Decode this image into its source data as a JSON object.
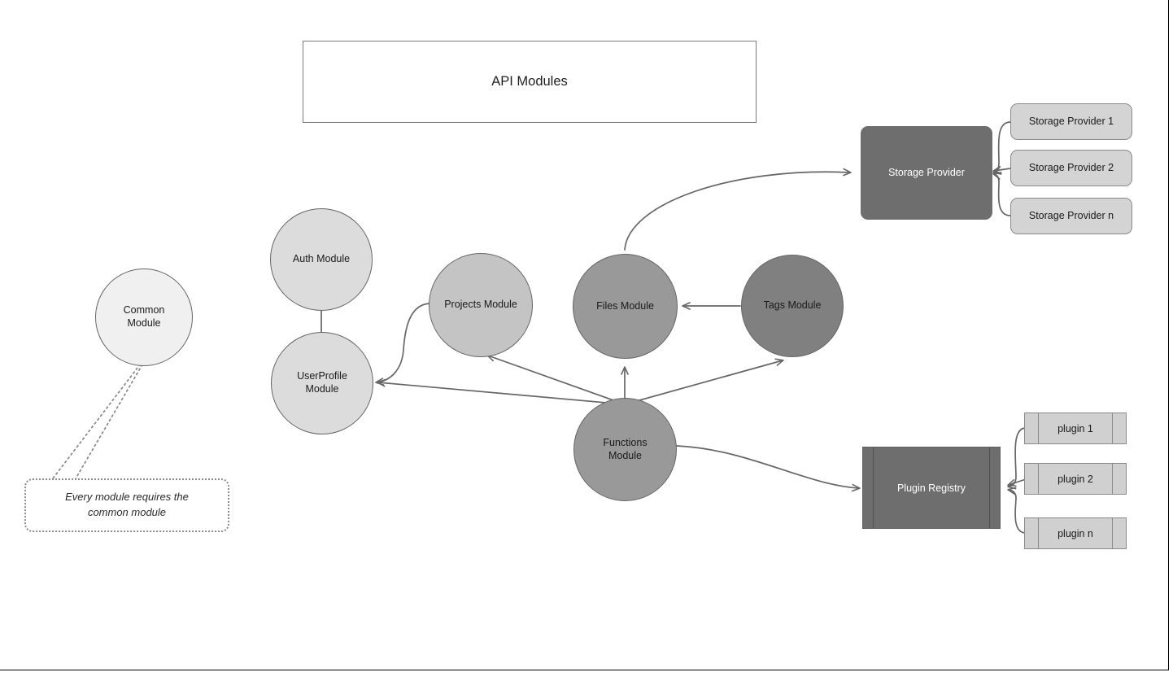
{
  "diagram": {
    "title_box": {
      "label": "API Modules"
    },
    "note": {
      "text": "Every module requires the\ncommon module"
    },
    "colors": {
      "edge": "#666666",
      "circle_border": "#666666",
      "fill_lightest": "#f0f0f0",
      "fill_light": "#dcdcdc",
      "fill_mid_light": "#c4c4c4",
      "fill_mid": "#999999",
      "fill_dark": "#808080",
      "fill_box_light": "#d4d4d4",
      "fill_box_dark": "#6e6e6e",
      "frame": "#000000"
    },
    "modules": [
      {
        "id": "common",
        "label": "Common\nModule",
        "shape": "circle"
      },
      {
        "id": "auth",
        "label": "Auth Module",
        "shape": "circle"
      },
      {
        "id": "userprofile",
        "label": "UserProfile\nModule",
        "shape": "circle"
      },
      {
        "id": "projects",
        "label": "Projects Module",
        "shape": "circle"
      },
      {
        "id": "files",
        "label": "Files Module",
        "shape": "circle"
      },
      {
        "id": "tags",
        "label": "Tags Module",
        "shape": "circle"
      },
      {
        "id": "functions",
        "label": "Functions\nModule",
        "shape": "circle"
      }
    ],
    "storage": {
      "hub_label": "Storage Provider",
      "providers": [
        {
          "label": "Storage Provider 1"
        },
        {
          "label": "Storage Provider 2"
        },
        {
          "label": "Storage Provider n"
        }
      ]
    },
    "plugins": {
      "hub_label": "Plugin Registry",
      "items": [
        {
          "label": "plugin 1"
        },
        {
          "label": "plugin 2"
        },
        {
          "label": "plugin n"
        }
      ]
    },
    "edges": [
      {
        "from": "auth",
        "to": "userprofile",
        "style": "solid"
      },
      {
        "from": "projects",
        "to": "userprofile",
        "style": "solid"
      },
      {
        "from": "tags",
        "to": "files",
        "style": "solid"
      },
      {
        "from": "files",
        "to": "storage-hub",
        "style": "solid"
      },
      {
        "from": "functions",
        "to": "files",
        "style": "solid"
      },
      {
        "from": "functions",
        "to": "projects",
        "style": "solid"
      },
      {
        "from": "functions",
        "to": "tags",
        "style": "solid"
      },
      {
        "from": "functions",
        "to": "userprofile",
        "style": "solid"
      },
      {
        "from": "functions",
        "to": "plugin-registry",
        "style": "solid"
      },
      {
        "from": "storage-provider-1",
        "to": "storage-hub",
        "style": "solid"
      },
      {
        "from": "storage-provider-2",
        "to": "storage-hub",
        "style": "solid"
      },
      {
        "from": "storage-provider-n",
        "to": "storage-hub",
        "style": "solid"
      },
      {
        "from": "plugin-1",
        "to": "plugin-registry",
        "style": "solid"
      },
      {
        "from": "plugin-2",
        "to": "plugin-registry",
        "style": "solid"
      },
      {
        "from": "plugin-n",
        "to": "plugin-registry",
        "style": "solid"
      },
      {
        "from": "common",
        "to": "note",
        "style": "dotted"
      }
    ]
  }
}
